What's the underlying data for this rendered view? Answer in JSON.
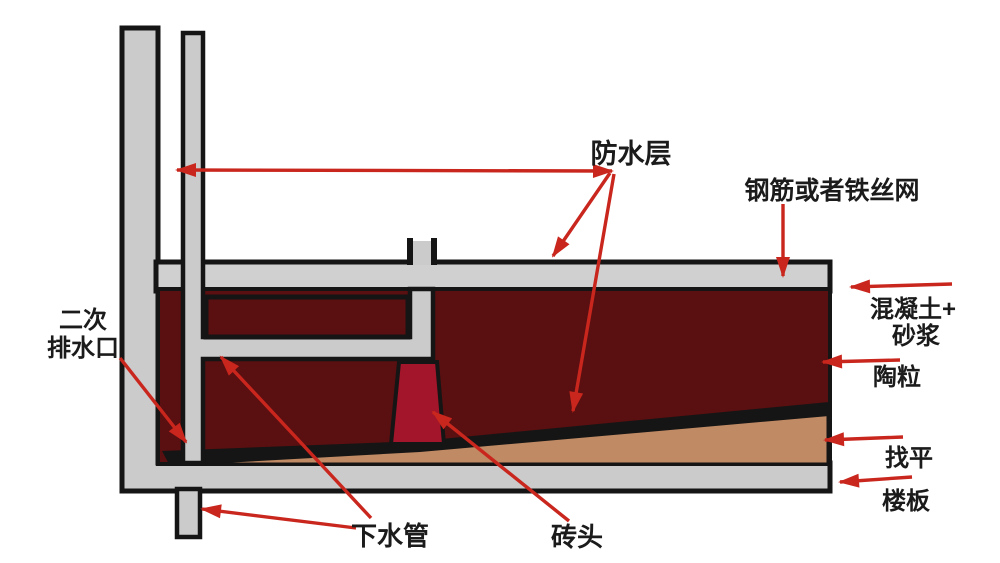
{
  "diagram": {
    "type": "construction-cross-section",
    "labels": {
      "waterproof": "防水层",
      "mesh": "钢筋或者铁丝网",
      "concrete_line1": "混凝土+",
      "concrete_line2": "砂浆",
      "ceramsite": "陶粒",
      "leveling": "找平",
      "floor_slab": "楼板",
      "secondary_drain_line1": "二次",
      "secondary_drain_line2": "排水口",
      "drain_pipe": "下水管",
      "brick": "砖头"
    },
    "colors": {
      "background": "#ffffff",
      "structure_gray": "#cbcbcb",
      "outline_black": "#151515",
      "backfill_maroon": "#5a0f10",
      "brick_red": "#a3152a",
      "leveling_tan": "#c08a64",
      "arrow_red": "#c9261d",
      "label_text": "#1b1b1b"
    }
  }
}
